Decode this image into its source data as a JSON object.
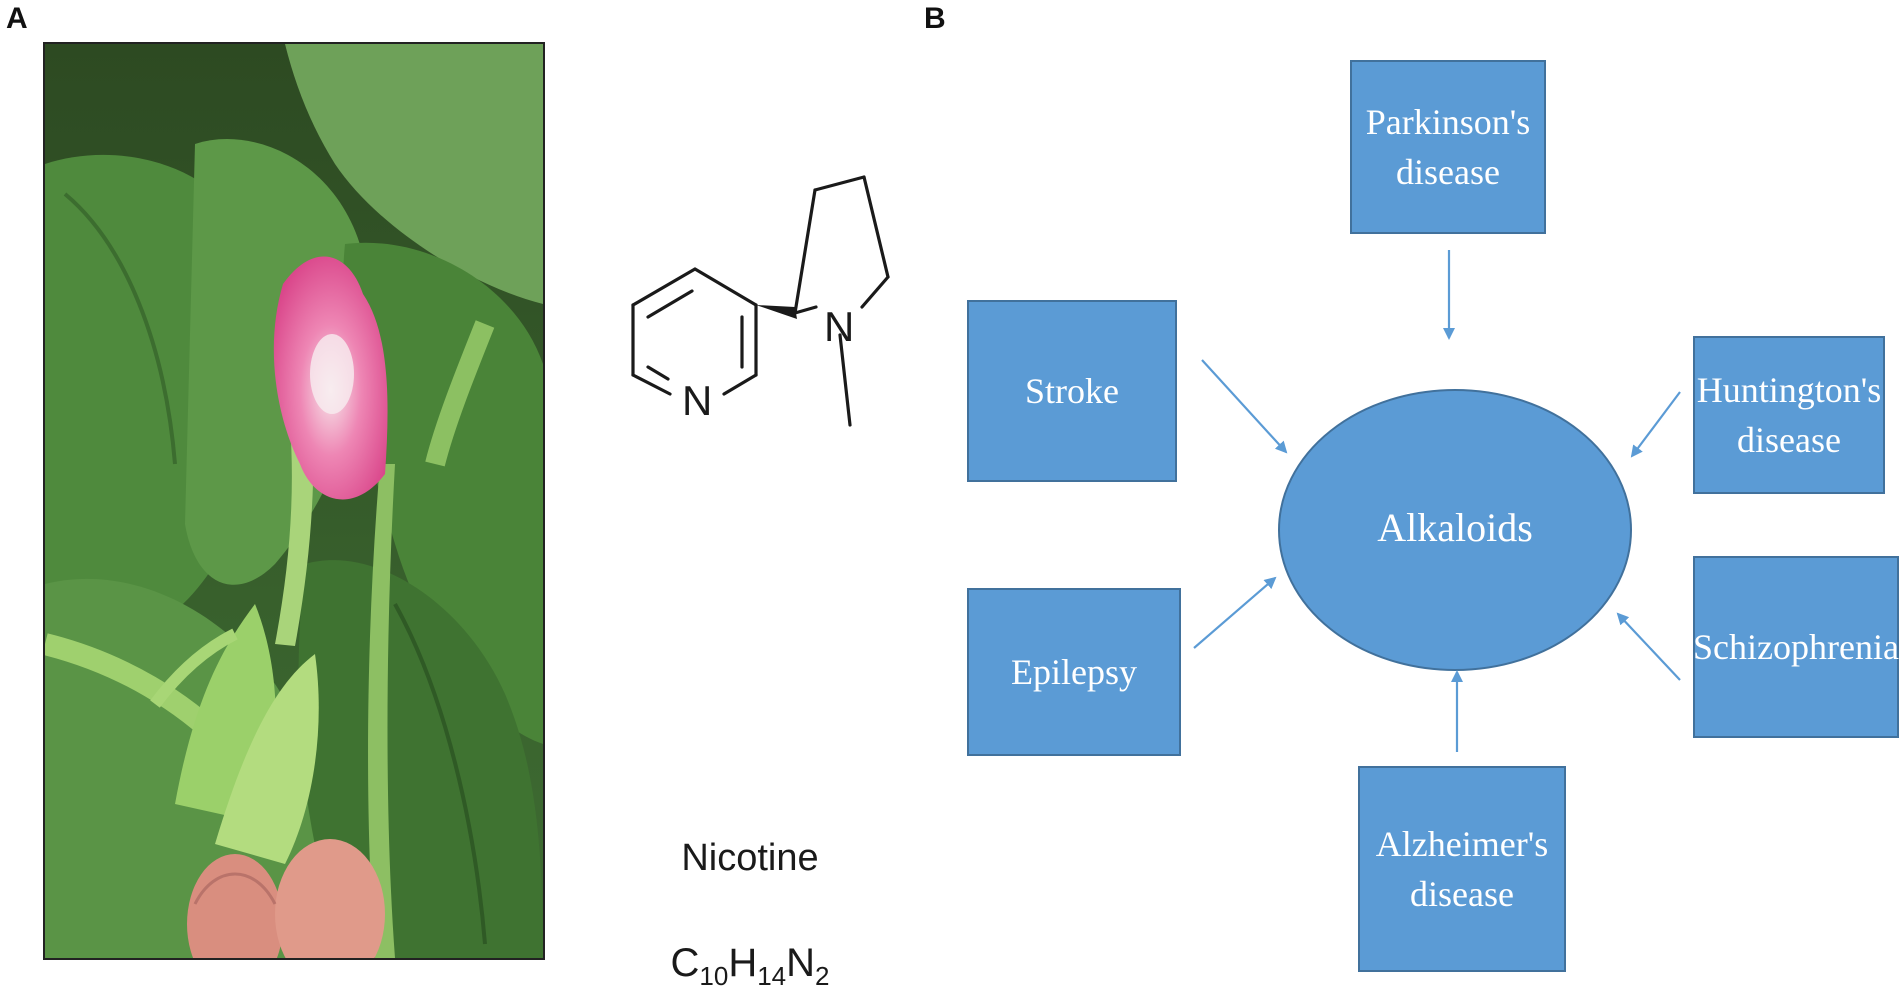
{
  "panels": {
    "a_label": "A",
    "b_label": "B"
  },
  "molecule": {
    "name": "Nicotine",
    "formula": {
      "c": "C",
      "c_n": "10",
      "h": "H",
      "h_n": "14",
      "n": "N",
      "n_n": "2"
    },
    "atom_n": "N"
  },
  "diagram": {
    "center": "Alkaloids",
    "boxes": {
      "parkinsons": "Parkinson's\ndisease",
      "stroke": "Stroke",
      "huntingtons": "Huntington's\ndisease",
      "epilepsy": "Epilepsy",
      "schizophrenia": "Schizophrenia",
      "alzheimers": "Alzheimer's\ndisease"
    }
  },
  "colors": {
    "box_fill": "#5b9bd5",
    "box_border": "#41719c",
    "arrow": "#5b9bd5",
    "flower": "#e8559a",
    "leaf": "#4f8a3d"
  }
}
